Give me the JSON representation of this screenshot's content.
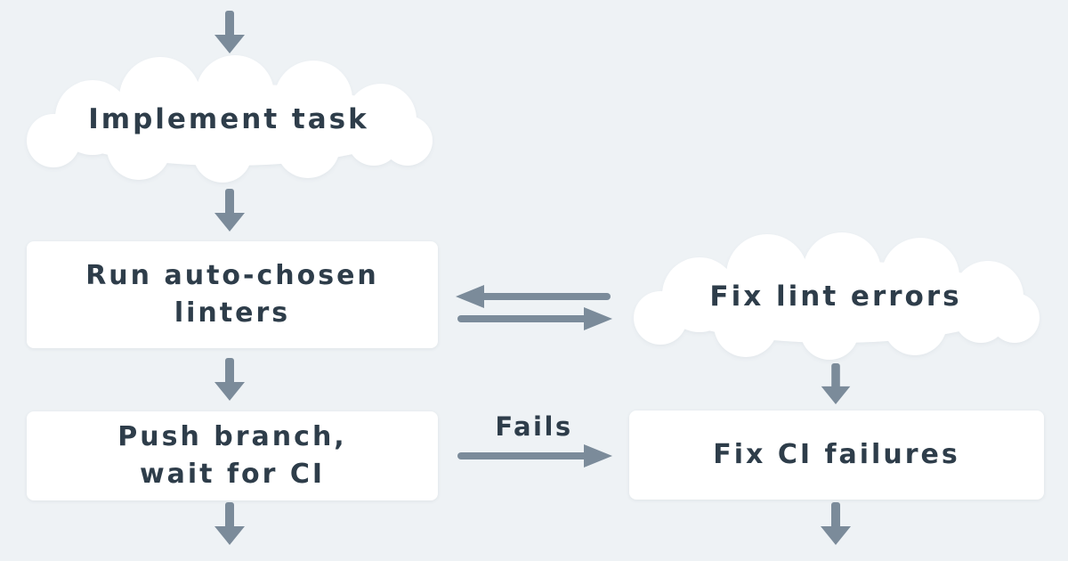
{
  "theme": {
    "background": "#eef2f5",
    "node_fill": "#ffffff",
    "text_color": "#2e3d4a",
    "arrow_color": "#7b8b9a"
  },
  "diagram": {
    "type": "flowchart",
    "nodes": [
      {
        "id": "implement-task",
        "shape": "cloud",
        "label": "Implement task",
        "lines": [
          "Implement task"
        ]
      },
      {
        "id": "run-linters",
        "shape": "rect",
        "label": "Run auto-chosen linters",
        "lines": [
          "Run auto-chosen",
          "linters"
        ]
      },
      {
        "id": "fix-lint-errors",
        "shape": "cloud",
        "label": "Fix lint errors",
        "lines": [
          "Fix lint errors"
        ]
      },
      {
        "id": "push-branch",
        "shape": "rect",
        "label": "Push branch, wait for CI",
        "lines": [
          "Push branch,",
          "wait for CI"
        ]
      },
      {
        "id": "fix-ci-failures",
        "shape": "rect",
        "label": "Fix CI failures",
        "lines": [
          "Fix CI failures"
        ]
      }
    ],
    "edges": [
      {
        "from": "start",
        "to": "implement-task",
        "direction": "down",
        "label": ""
      },
      {
        "from": "implement-task",
        "to": "run-linters",
        "direction": "down",
        "label": ""
      },
      {
        "from": "fix-lint-errors",
        "to": "run-linters",
        "direction": "left",
        "label": ""
      },
      {
        "from": "run-linters",
        "to": "fix-lint-errors",
        "direction": "right",
        "label": ""
      },
      {
        "from": "run-linters",
        "to": "push-branch",
        "direction": "down",
        "label": ""
      },
      {
        "from": "fix-lint-errors",
        "to": "fix-ci-failures",
        "direction": "down",
        "label": ""
      },
      {
        "from": "push-branch",
        "to": "fix-ci-failures",
        "direction": "right",
        "label": "Fails"
      },
      {
        "from": "push-branch",
        "to": "end",
        "direction": "down",
        "label": ""
      },
      {
        "from": "fix-ci-failures",
        "to": "end",
        "direction": "down",
        "label": ""
      }
    ]
  }
}
